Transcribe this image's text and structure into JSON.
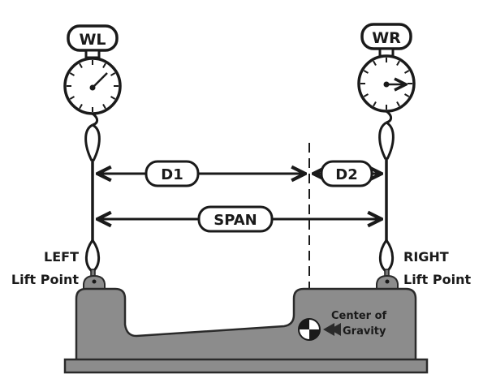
{
  "diagram": {
    "title": "Two-point lift center of gravity diagram",
    "scales": {
      "left": {
        "label": "WL"
      },
      "right": {
        "label": "WR"
      }
    },
    "dimensions": {
      "d1": "D1",
      "d2": "D2",
      "span": "SPAN"
    },
    "lift_points": {
      "left": {
        "line1": "LEFT",
        "line2": "Lift Point"
      },
      "right": {
        "line1": "RIGHT",
        "line2": "Lift Point"
      }
    },
    "center_of_gravity": {
      "line1": "Center of",
      "line2": "Gravity"
    },
    "colors": {
      "ink": "#1a1a1a",
      "part_fill": "#8c8c8c",
      "part_stroke": "#2a2a2a",
      "background": "#ffffff"
    }
  }
}
